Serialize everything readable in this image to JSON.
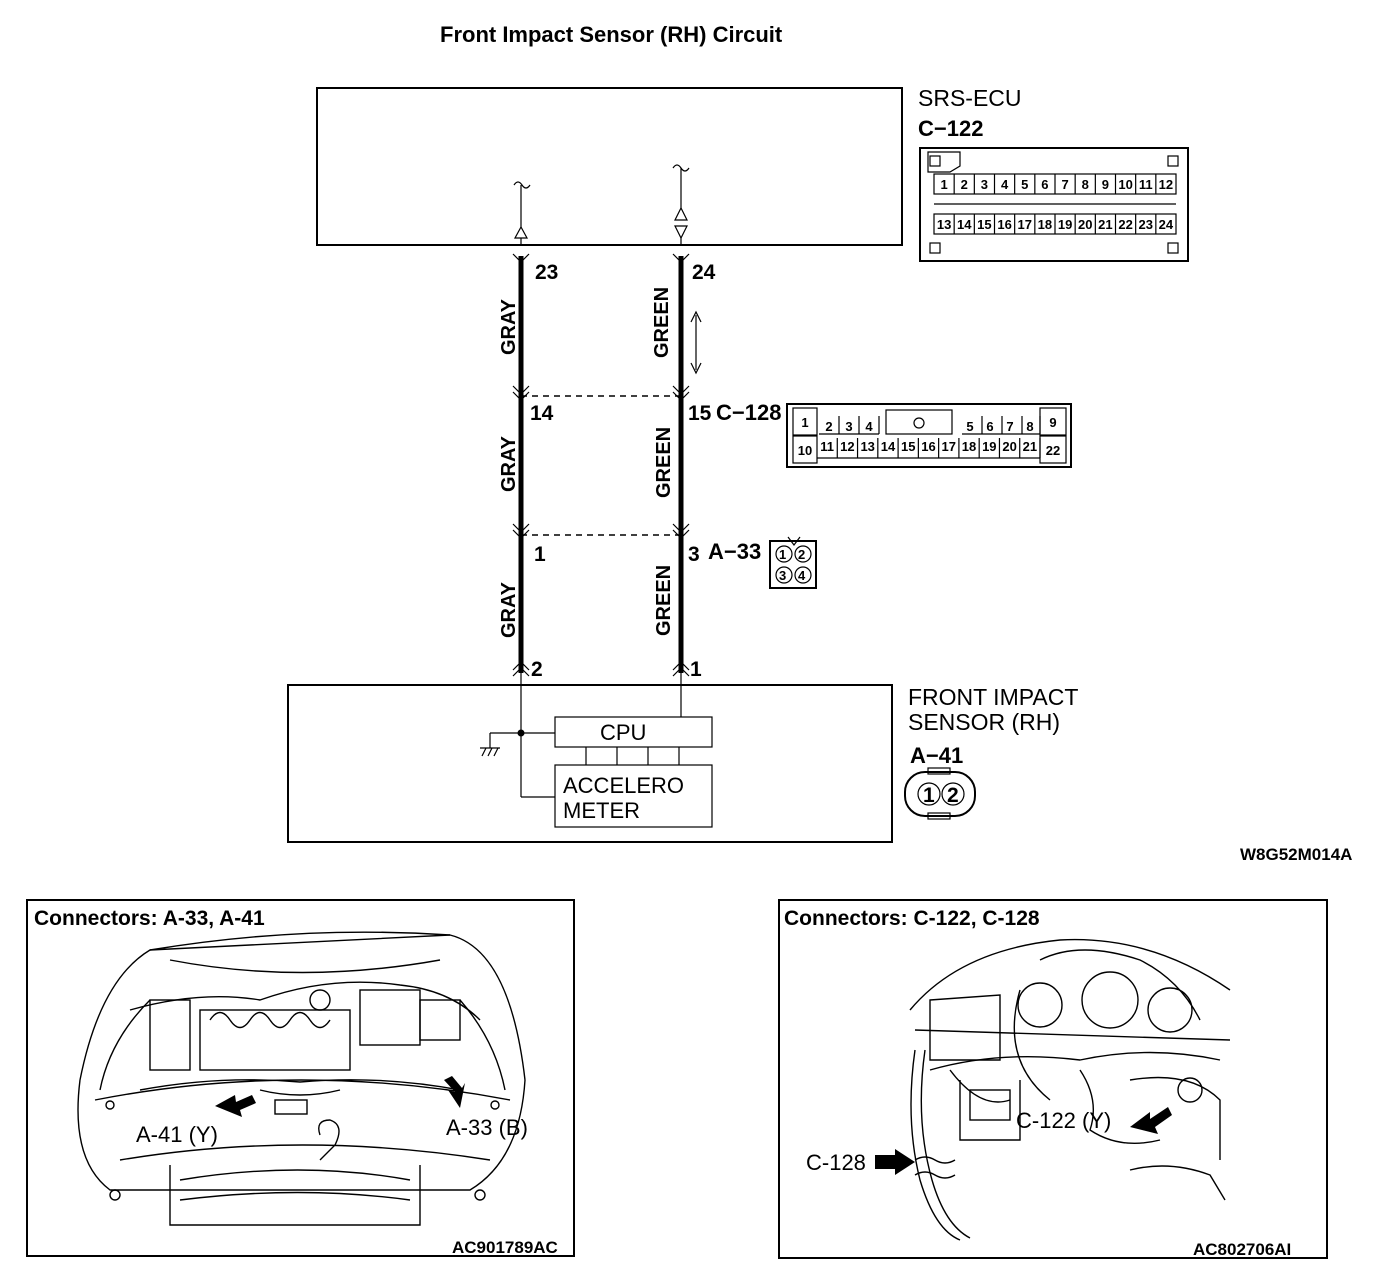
{
  "title": "Front Impact Sensor (RH) Circuit",
  "ecu": {
    "name": "SRS-ECU",
    "connector": "C−122",
    "pins_top": [
      "1",
      "2",
      "3",
      "4",
      "5",
      "6",
      "7",
      "8",
      "9",
      "10",
      "11",
      "12"
    ],
    "pins_bottom": [
      "13",
      "14",
      "15",
      "16",
      "17",
      "18",
      "19",
      "20",
      "21",
      "22",
      "23",
      "24"
    ]
  },
  "wire_left": {
    "pin_ecu": "23",
    "pin_c128": "14",
    "pin_a33": "1",
    "pin_sensor": "2",
    "color_label": "GRAY"
  },
  "wire_right": {
    "pin_ecu": "24",
    "pin_c128": "15",
    "pin_a33": "3",
    "pin_sensor": "1",
    "color_label": "GREEN"
  },
  "c128": {
    "label": "C−128",
    "row1": [
      "1",
      "2",
      "3",
      "4",
      "",
      "5",
      "6",
      "7",
      "8",
      "9"
    ],
    "row2": [
      "10",
      "11",
      "12",
      "13",
      "14",
      "15",
      "16",
      "17",
      "18",
      "19",
      "20",
      "21",
      "22"
    ]
  },
  "a33": {
    "label": "A−33",
    "pins": [
      "1",
      "2",
      "3",
      "4"
    ]
  },
  "sensor": {
    "name_line1": "FRONT IMPACT",
    "name_line2": "SENSOR (RH)",
    "connector": "A−41",
    "pins": [
      "1",
      "2"
    ],
    "cpu_label": "CPU",
    "accel_line1": "ACCELERO",
    "accel_line2": "METER"
  },
  "diagram_code": "W8G52M014A",
  "panel_left": {
    "title": "Connectors: A-33, A-41",
    "callout_1": "A-41 (Y)",
    "callout_2": "A-33 (B)",
    "ref": "AC901789AC"
  },
  "panel_right": {
    "title": "Connectors: C-122, C-128",
    "callout_1": "C-122 (Y)",
    "callout_2": "C-128",
    "ref": "AC802706AI"
  }
}
